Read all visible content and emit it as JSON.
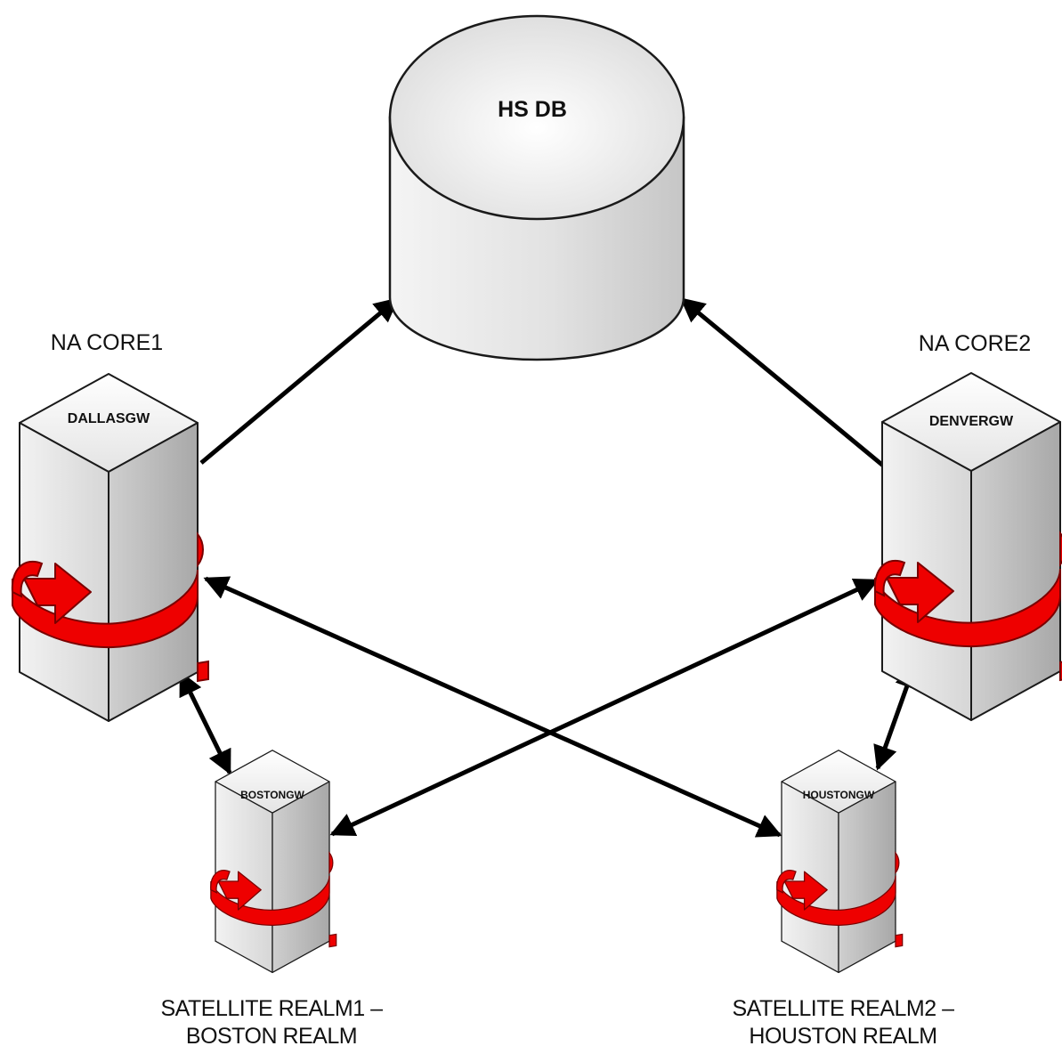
{
  "database": {
    "label": "HS DB"
  },
  "nodes": {
    "core1": {
      "title": "NA CORE1",
      "server_label": "DALLASGW"
    },
    "core2": {
      "title": "NA CORE2",
      "server_label": "DENVERGW"
    },
    "sat1": {
      "server_label": "BOSTONGW",
      "caption_line1": "SATELLITE REALM1 –",
      "caption_line2": "BOSTON REALM"
    },
    "sat2": {
      "server_label": "HOUSTONGW",
      "caption_line1": "SATELLITE REALM2 –",
      "caption_line2": "HOUSTON REALM"
    }
  },
  "connections": [
    {
      "from": "DALLASGW",
      "to": "HS DB",
      "direction": "one-way"
    },
    {
      "from": "DENVERGW",
      "to": "HS DB",
      "direction": "one-way"
    },
    {
      "from": "DALLASGW",
      "to": "BOSTONGW",
      "direction": "two-way"
    },
    {
      "from": "DENVERGW",
      "to": "HOUSTONGW",
      "direction": "two-way"
    },
    {
      "from": "DALLASGW",
      "to": "HOUSTONGW",
      "direction": "two-way"
    },
    {
      "from": "DENVERGW",
      "to": "BOSTONGW",
      "direction": "two-way"
    }
  ],
  "colors": {
    "arrow": "#000000",
    "server_front": "#e6e6e6",
    "sync_ring": "#ee0000",
    "database": "#e8e8e8"
  },
  "icons": {
    "server": "server-tower-icon",
    "sync": "sync-ring-icon",
    "database": "database-cylinder-icon"
  }
}
